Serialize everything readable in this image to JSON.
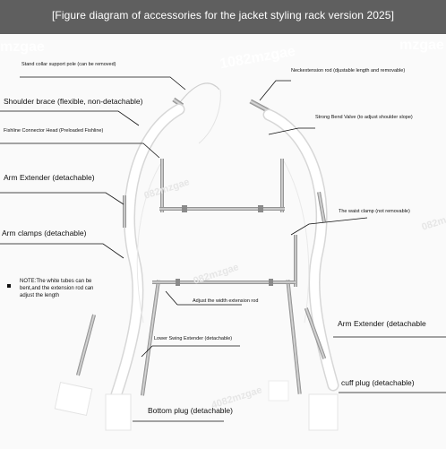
{
  "title": "[Figure diagram of accessories for the jacket styling rack version 2025]",
  "watermarks": [
    "mzgae",
    "1082mzgae",
    "mzgae",
    "082mzgae",
    "082mzgae",
    "4082mzgae",
    "082mzgae"
  ],
  "labels": {
    "stand_collar": "Stand collar support pole (can be removed)",
    "neck_extension": "Neckextension rod (djustable length and removable)",
    "shoulder_brace": "Shoulder brace (flexible, non-detachable)",
    "strong_bend_valve": "Strong Bend Valve (to adjust shoulder slope)",
    "fishline_head": "Fishline Connector Head (Preloaded Fishline)",
    "arm_extender_left": "Arm Extender (detachable)",
    "waist_clamp": "The waist clamp (not removable)",
    "arm_clamps": "Arm clamps (detachable)",
    "note": "NOTE:The white tubes can be bent,and the extension rod can adjust the length",
    "width_extension": "Adjust the width extension rod",
    "arm_extender_right": "Arm Extender (detachable",
    "lower_swing": "Lower Swing Extender (detachable)",
    "cuff_plug": "cuff plug (detachable)",
    "bottom_plug": "Bottom plug (detachable)"
  },
  "colors": {
    "title_bg": "#5f5f5f",
    "tube_white": "#ffffff",
    "tube_outline": "#d7d7d7",
    "metal": "#9a9a9a",
    "leader": "#111111"
  }
}
